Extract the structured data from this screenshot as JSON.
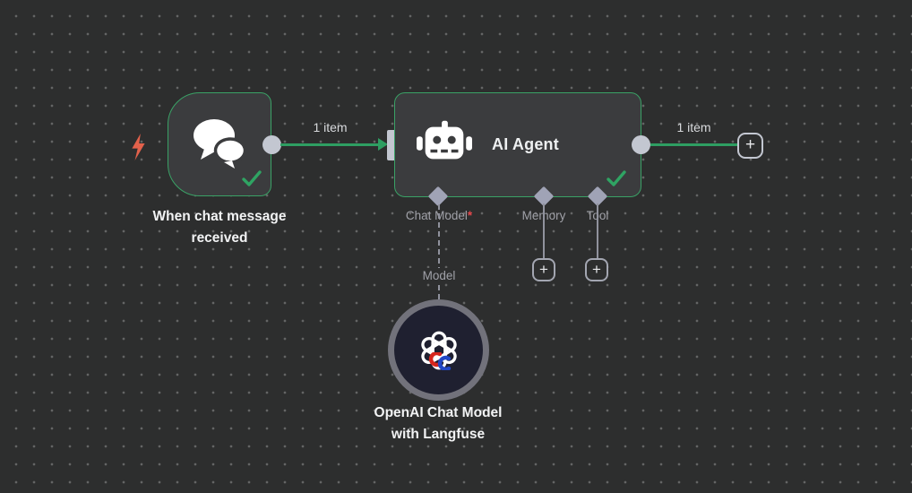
{
  "ui": {
    "plus": "+",
    "required_marker": "*"
  },
  "colors": {
    "canvas_background": "#2d2e2e",
    "grid_dot": "#646565",
    "node_fill": "#3b3c3e",
    "node_border_success": "#3aa266",
    "connection_green": "#2e9e62",
    "connector_light": "#c3c7d1",
    "sub_connector_diamond": "#a0a3b6",
    "sub_label_gray": "#a0a1a8",
    "text_white": "#f2f3f4",
    "trigger_bolt_red": "#e2614b",
    "required_red": "#e5484d",
    "check_green": "#2fa463",
    "model_node_fill": "#1f2030",
    "model_node_ring": "#72727b",
    "langfuse_red": "#d7261d",
    "langfuse_blue": "#2348c6"
  },
  "nodes": {
    "trigger": {
      "title": "When chat message received"
    },
    "agent": {
      "title": "AI Agent",
      "inputs": [
        {
          "label": "Chat Model",
          "required": true
        },
        {
          "label": "Memory",
          "required": false
        },
        {
          "label": "Tool",
          "required": false
        }
      ]
    },
    "model": {
      "title_line1": "OpenAI Chat Model",
      "title_line2": "with Langfuse",
      "connection_label": "Model"
    }
  },
  "connections": {
    "trigger_to_agent": {
      "label": "1 item"
    },
    "agent_to_next": {
      "label": "1 item"
    }
  }
}
